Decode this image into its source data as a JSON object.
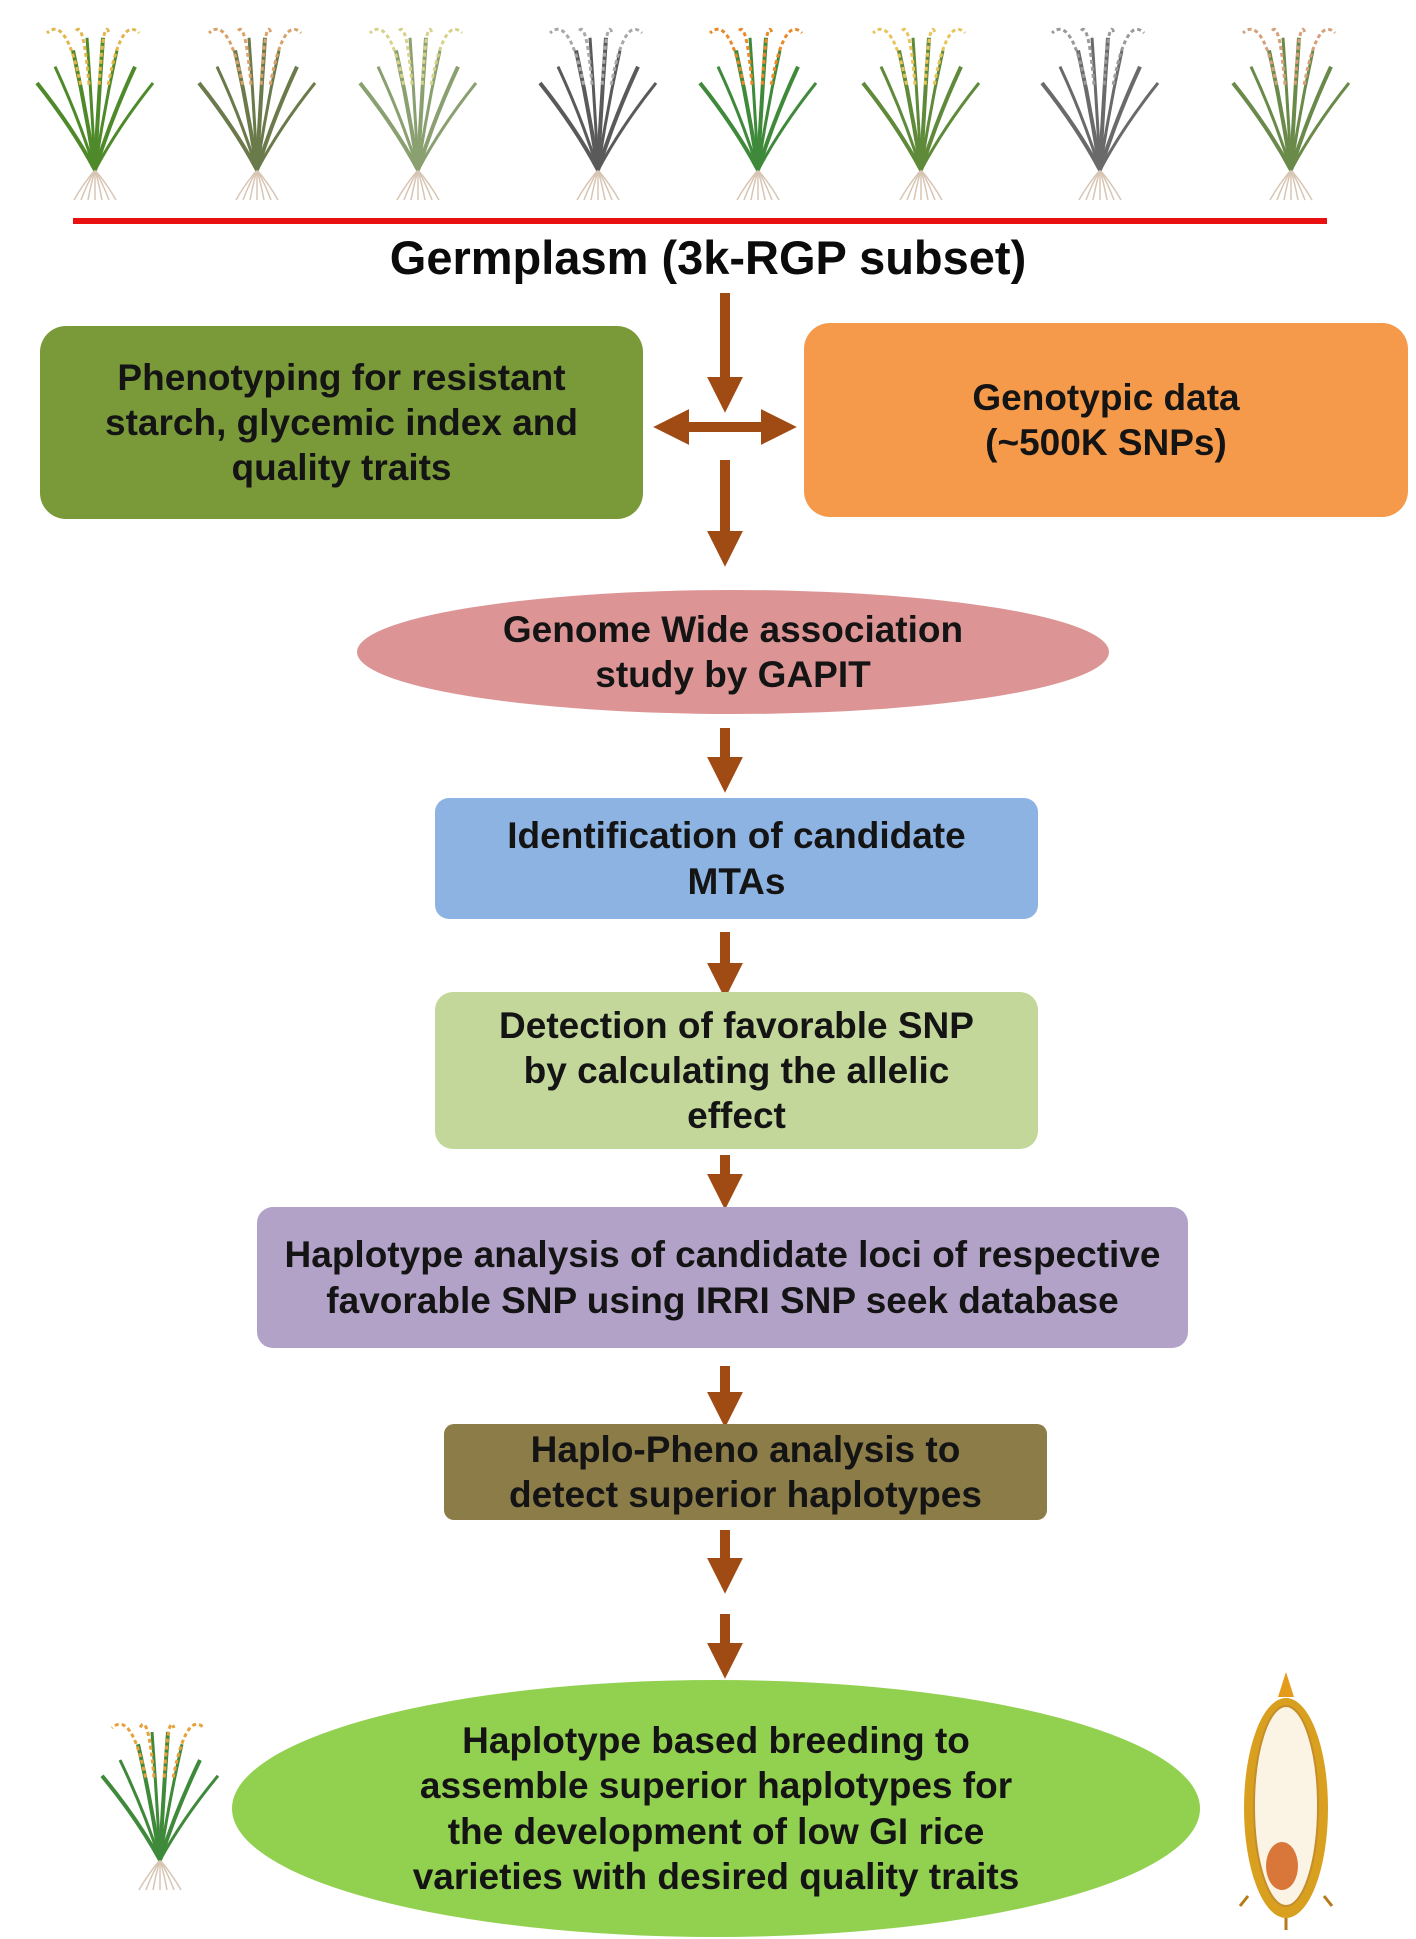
{
  "title": "Germplasm (3k-RGP subset)",
  "boxes": {
    "phenotyping": "Phenotyping for resistant starch, glycemic index and quality traits",
    "genotypic": "Genotypic data (~500K SNPs)",
    "gwas": "Genome Wide association study by GAPIT",
    "identification": "Identification of candidate MTAs",
    "detection": "Detection of favorable SNP by calculating the allelic effect",
    "haplotype_analysis": "Haplotype analysis of candidate loci of respective favorable SNP using IRRI SNP seek database",
    "haplo_pheno": "Haplo-Pheno analysis to detect superior haplotypes",
    "breeding": "Haplotype based breeding to assemble superior haplotypes for the development of low GI rice varieties with desired quality traits"
  },
  "colors": {
    "divider": "#e81010",
    "arrow": "#a04a14",
    "phenotyping": "#7a9a3a",
    "genotypic": "#f59a4a",
    "gwas": "#dc9494",
    "identification": "#8db3e2",
    "detection": "#c4d79b",
    "haplotype_analysis": "#b2a2c8",
    "haplo_pheno": "#8c7d48",
    "breeding": "#92d050"
  },
  "icons": {
    "plants": [
      "rice-plant-icon",
      "rice-plant-icon",
      "rice-plant-icon",
      "rice-plant-icon",
      "rice-plant-icon",
      "rice-plant-icon",
      "rice-plant-icon",
      "rice-plant-icon",
      "rice-plant-icon"
    ],
    "grain": "rice-grain-icon"
  }
}
